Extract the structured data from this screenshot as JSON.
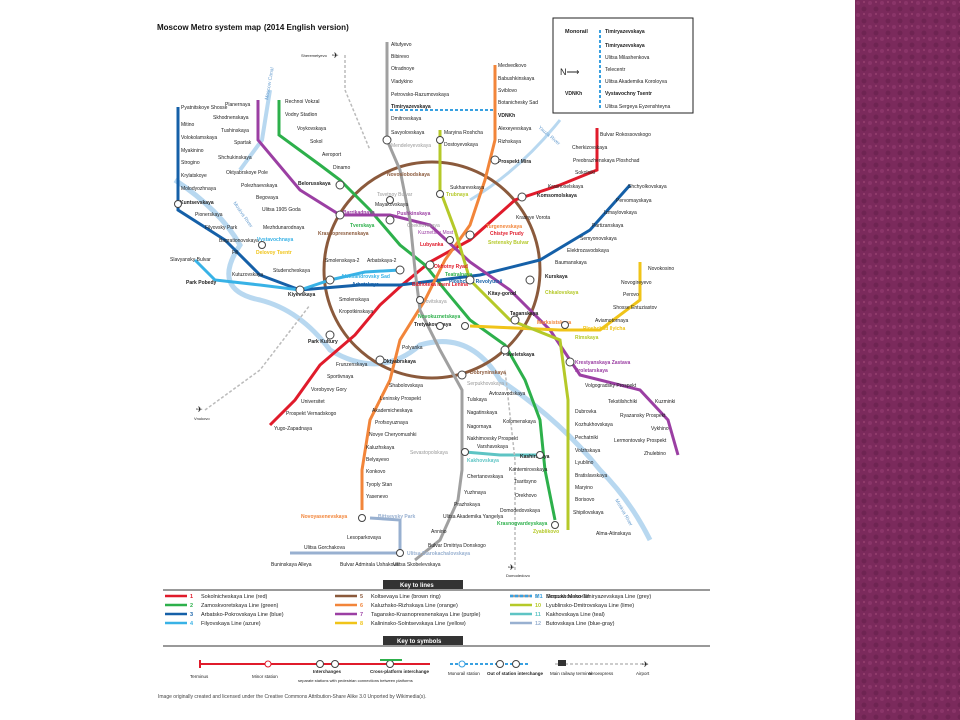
{
  "map": {
    "title": "Moscow Metro system map",
    "subtitle": "(2014 English version)",
    "credit": "Image originally created and licensed under the Creative Commons Attribution-Share Alike 3.0 Unported by Wikimedia(s)."
  },
  "colors": {
    "sidebar": "#7b2a5c",
    "line1": "#e01b2b",
    "line2": "#2db04b",
    "line3": "#1560a8",
    "line4": "#38b2e6",
    "line5": "#8b5a3c",
    "line6": "#f2853a",
    "line7": "#9b3fa3",
    "line8": "#f0c419",
    "line9": "#a0a0a0",
    "line10": "#b5c929",
    "line11": "#5ec4c4",
    "line12": "#98b0d0"
  },
  "lines_legend": {
    "title": "Key to lines",
    "items": [
      {
        "num": "1",
        "label": "Sokolnicheskaya Line (red)",
        "color": "#e01b2b"
      },
      {
        "num": "2",
        "label": "Zamoskvoretskaya Line (green)",
        "color": "#2db04b"
      },
      {
        "num": "3",
        "label": "Arbatsko-Pokrovskaya Line (blue)",
        "color": "#1560a8"
      },
      {
        "num": "4",
        "label": "Filyovskaya Line (azure)",
        "color": "#38b2e6"
      },
      {
        "num": "5",
        "label": "Koltsevaya Line (brown ring)",
        "color": "#8b5a3c"
      },
      {
        "num": "6",
        "label": "Kaluzhsko-Rizhskaya Line (orange)",
        "color": "#f2853a"
      },
      {
        "num": "7",
        "label": "Tagansko-Krasnopresnenskaya Line (purple)",
        "color": "#9b3fa3"
      },
      {
        "num": "8",
        "label": "Kalininsko-Solntsevskaya Line (yellow)",
        "color": "#f0c419"
      },
      {
        "num": "9",
        "label": "Serpukhovsko-Timiryazevskaya Line (grey)",
        "color": "#a0a0a0"
      },
      {
        "num": "10",
        "label": "Lyublinsko-Dmitrovskaya Line (lime)",
        "color": "#b5c929"
      },
      {
        "num": "11",
        "label": "Kakhovskaya Line (teal)",
        "color": "#5ec4c4"
      },
      {
        "num": "12",
        "label": "Butovskaya Line (blue-gray)",
        "color": "#98b0d0"
      },
      {
        "num": "M1",
        "label": "Moscow Monorail",
        "color": "#38a0e0"
      }
    ]
  },
  "symbols_legend": {
    "title": "Key to symbols",
    "terminus": "Terminus",
    "minor": "Minor station",
    "interchanges": "Interchanges",
    "interchanges_note": "separate stations with pedestrian connections between platforms",
    "cross_platform": "Cross-platform interchange",
    "monorail": "Monorail station",
    "out_of_station": "Out of station interchange",
    "main_railway": "Main railway terminal",
    "aeroexpress": "Aeroexpress",
    "airport": "Airport"
  },
  "monorail_inset": {
    "title": "Monorail",
    "stations": [
      "Timiryazevskaya",
      "Timiryazevskaya",
      "Ulitsa Milashenkova",
      "Telecentr",
      "Ulitsa Akademika Koroloyva",
      "Vystavochny Tsentr",
      "Ulitsa Sergeya Eyzenshteyna"
    ],
    "vdnkh": "VDNKh"
  },
  "rivers": {
    "moscow_canal": "Moscow Canal",
    "moscow_river_w": "Moskva River",
    "moscow_river_e": "Moskva River",
    "yauza": "Yauza River"
  },
  "airports": {
    "sheremetyevo": "Sheremetyevo",
    "vnukovo": "Vnukovo",
    "domodedovo": "Domodedovo"
  },
  "stations": {
    "altufyevo": "Altufyevo",
    "bibirevo": "Bibirevo",
    "otradnoye": "Otradnoye",
    "vladykino": "Vladykino",
    "petrovsko": "Petrovsko-Razumovskaya",
    "timiryazevskaya": "Timiryazevskaya",
    "dmitrovskaya": "Dmitrovskaya",
    "savyolovskaya": "Savyolovskaya",
    "mendeleyevskaya": "Mendeleyevskaya",
    "medvedkovo": "Medvedkovo",
    "babushkinskaya": "Babushkinskaya",
    "sviblovo": "Sviblovo",
    "botanichesky": "Botanichesky Sad",
    "vdnkh": "VDNKh",
    "alexeyevskaya": "Alexeyevskaya",
    "rizhskaya": "Rizhskaya",
    "maryina": "Maryina Roshcha",
    "dostoyevskaya": "Dostoyevskaya",
    "prospekt_mira": "Prospekt Mira",
    "planernaya": "Planernaya",
    "skhodnenskaya": "Skhodnenskaya",
    "tushinskaya": "Tushinskaya",
    "spartak": "Spartak",
    "shchukinskaya": "Shchukinskaya",
    "oktyabrskoye": "Oktyabrskoye Pole",
    "polezhaevskaya": "Polezhaevskaya",
    "begovaya": "Begovaya",
    "ulitsa1905": "Ulitsa 1905 Goda",
    "barrikadnaya": "Barrikadnaya",
    "krasnopresnenskaya": "Krasnopresnenskaya",
    "rechnoy": "Rechnoi Vokzal",
    "vodny": "Vodny Stadion",
    "voykovskaya": "Voykovskaya",
    "sokol": "Sokol",
    "aeroport": "Aeroport",
    "dinamo": "Dinamo",
    "belorusskaya": "Belorusskaya",
    "mayakovskaya": "Mayakovskaya",
    "tverskaya": "Tverskaya",
    "pushkinskaya": "Pushkinskaya",
    "chekhovskaya": "Chekhovskaya",
    "novoslobodskaya": "Novoslobodskaya",
    "tsvetnoy": "Tsvetnoy Bulvar",
    "trubnaya": "Trubnaya",
    "sukharevskaya": "Sukharevskaya",
    "komsomolskaya": "Komsomolskaya",
    "krasnoselskaya": "Krasnoselskaya",
    "sokolniki": "Sokolniki",
    "preobrazhenskaya": "Preobrazhenskaya Ploshchad",
    "cherkizovskaya": "Cherkizovskaya",
    "bulvar_rok": "Bulvar Rokossovskogo",
    "krasnye_vorota": "Krasnye Vorota",
    "turgenevskaya": "Turgenevskaya",
    "chistye": "Chistye Prudy",
    "sretensky": "Sretensky Bulvar",
    "kuznetsky": "Kuznetsky Most",
    "lubyanka": "Lubyanka",
    "pyatnitskoye": "Pyatnitskoye Shosse",
    "mitino": "Mitino",
    "volokolamskaya": "Volokolamskaya",
    "myakinino": "Myakinino",
    "strogino": "Strogino",
    "krylatskoye": "Krylatskoye",
    "molodyozhnaya": "Molodyozhnaya",
    "kuntsevskaya": "Kuntsevskaya",
    "pionerskaya": "Pionerskaya",
    "filyovsky": "Filyovsky Park",
    "bagrationovskaya": "Bagrationovskaya",
    "fili": "Fili",
    "kutuzovskaya": "Kutuzovskaya",
    "studencheskaya": "Studencheskaya",
    "slavyansky": "Slavyansky Bulvar",
    "park_pobedy": "Park Pobedy",
    "kiyevskaya": "Kiyevskaya",
    "vystavochnaya": "Vystavochnaya",
    "delovoy": "Delovoy Tsentr",
    "mezhdunarodnaya": "Mezhdunarodnaya",
    "smolenskaya1": "Smolenskaya-2",
    "arbatskaya2": "Arbatskaya-2",
    "aleksandrovsky": "Aleksandrovsky Sad",
    "arbatskaya": "Arbatskaya",
    "biblioteka": "Biblioteka imeni Lenina",
    "borovitskaya": "Borovitskaya",
    "okhotny": "Okhotny Ryad",
    "teatralnaya": "Teatralnaya",
    "ploshchad_rev": "Ploshchad Revolyutsii",
    "kitay_gorod": "Kitay-gorod",
    "smolenskaya": "Smolenskaya",
    "kropotkinskaya": "Kropotkinskaya",
    "park_kultury": "Park Kultury",
    "frunzenskaya": "Frunzenskaya",
    "sportivnaya": "Sportivnaya",
    "vorobyovy": "Vorobyovy Gory",
    "universitet": "Universitet",
    "prospekt_vern": "Prospekt Vernadskogo",
    "yugo_zapadnaya": "Yugo-Zapadnaya",
    "novokuznetskaya": "Novokuznetskaya",
    "tretyakovskaya": "Tretyakovskaya",
    "polyanka": "Polyanka",
    "oktyabrskaya": "Oktyabrskaya",
    "shabolovskaya": "Shabolovskaya",
    "leninsky": "Leninsky Prospekt",
    "akademicheskaya": "Akademicheskaya",
    "profsoyuznaya": "Profsoyuznaya",
    "novye": "Novye Cheryomushki",
    "kaluzhskaya": "Kaluzhskaya",
    "belyayevo": "Belyayevo",
    "konkovo": "Konkovo",
    "tyoply": "Tyoply Stan",
    "yasenevo": "Yasenevo",
    "novoyasenevskaya": "Novoyasenevskaya",
    "bittsevsky": "Bittsevsky Park",
    "lesoparkovaya": "Lesoparkovaya",
    "ulitsa_gorch": "Ulitsa Gorchakova",
    "buninskaya": "Buninskaya Alleya",
    "bulvar_adm": "Bulvar Admirala Ushakova",
    "ulitsa_skob": "Ulitsa Skobelevskaya",
    "ulitsa_star": "Ulitsa Starokachalovskaya",
    "bulvar_dmitr": "Bulvar Dmitriya Donskogo",
    "annino": "Annino",
    "ulitsa_akad_yang": "Ulitsa Akademika Yangelya",
    "prazhskaya": "Prazhskaya",
    "yuzhnaya": "Yuzhnaya",
    "chertanovskaya": "Chertanovskaya",
    "sevastopolskaya": "Sevastopolskaya",
    "kakhovskaya": "Kakhovskaya",
    "nakhimovsky": "Nakhimovsky Prospekt",
    "nagornaya": "Nagornaya",
    "nagatinskaya": "Nagatinskaya",
    "tulskaya": "Tulskaya",
    "serpukhovskaya": "Serpukhovskaya",
    "dobryninskaya": "Dobryninskaya",
    "paveletskaya": "Paveletskaya",
    "avtozavodskaya": "Avtozavodskaya",
    "kolomenskaya": "Kolomenskaya",
    "kashirskaya": "Kashirskaya",
    "varshavskaya": "Varshavskaya",
    "kantemirovskaya": "Kantemirovskaya",
    "tsaritsyno": "Tsaritsyno",
    "orekhovo": "Orekhovo",
    "domodedovskaya": "Domodedovskaya",
    "krasnogvardeyskaya": "Krasnogvardeyskaya",
    "zyablikovo": "Zyablikovo",
    "alma_atinskaya": "Alma-Atinskaya",
    "shipilovskaya": "Shipilovskaya",
    "borisovo": "Borisovo",
    "maryino": "Maryino",
    "bratislavskaya": "Bratislavskaya",
    "lyublino": "Lyublino",
    "volzhskaya": "Volzhskaya",
    "pechatniki": "Pechatniki",
    "kozhukhovskaya": "Kozhukhovskaya",
    "dubrovka": "Dubrovka",
    "krestyanskaya": "Krestyanskaya Zastava",
    "proletarskaya": "Proletarskaya",
    "rimskaya": "Rimskaya",
    "ploshchad_ilyicha": "Ploshchad Ilyicha",
    "marksistskaya": "Marksistskaya",
    "taganskaya": "Taganskaya",
    "kurskaya": "Kurskaya",
    "chkalovskaya": "Chkalovskaya",
    "baumanskaya": "Baumanskaya",
    "elektrozavodskaya": "Elektrozavodskaya",
    "semyonovskaya": "Semyonovskaya",
    "partizanskaya": "Partizanskaya",
    "izmaylovskaya": "Izmaylovskaya",
    "pervomayskaya": "Pervomayskaya",
    "shchyolkovskaya": "Shchyolkovskaya",
    "novokosino": "Novokosino",
    "novogireyevo": "Novogireyevo",
    "perovo": "Perovo",
    "shosse": "Shosse Entuziastov",
    "aviamotornaya": "Aviamotornaya",
    "volgogradsky": "Volgogradsky Prospekt",
    "tekstilshchiki": "Tekstilshchiki",
    "kuzminki": "Kuzminki",
    "ryazansky": "Ryazansky Prospekt",
    "vykhino": "Vykhino",
    "lermontovsky": "Lermontovsky Prospekt",
    "zhulebino": "Zhulebino"
  }
}
